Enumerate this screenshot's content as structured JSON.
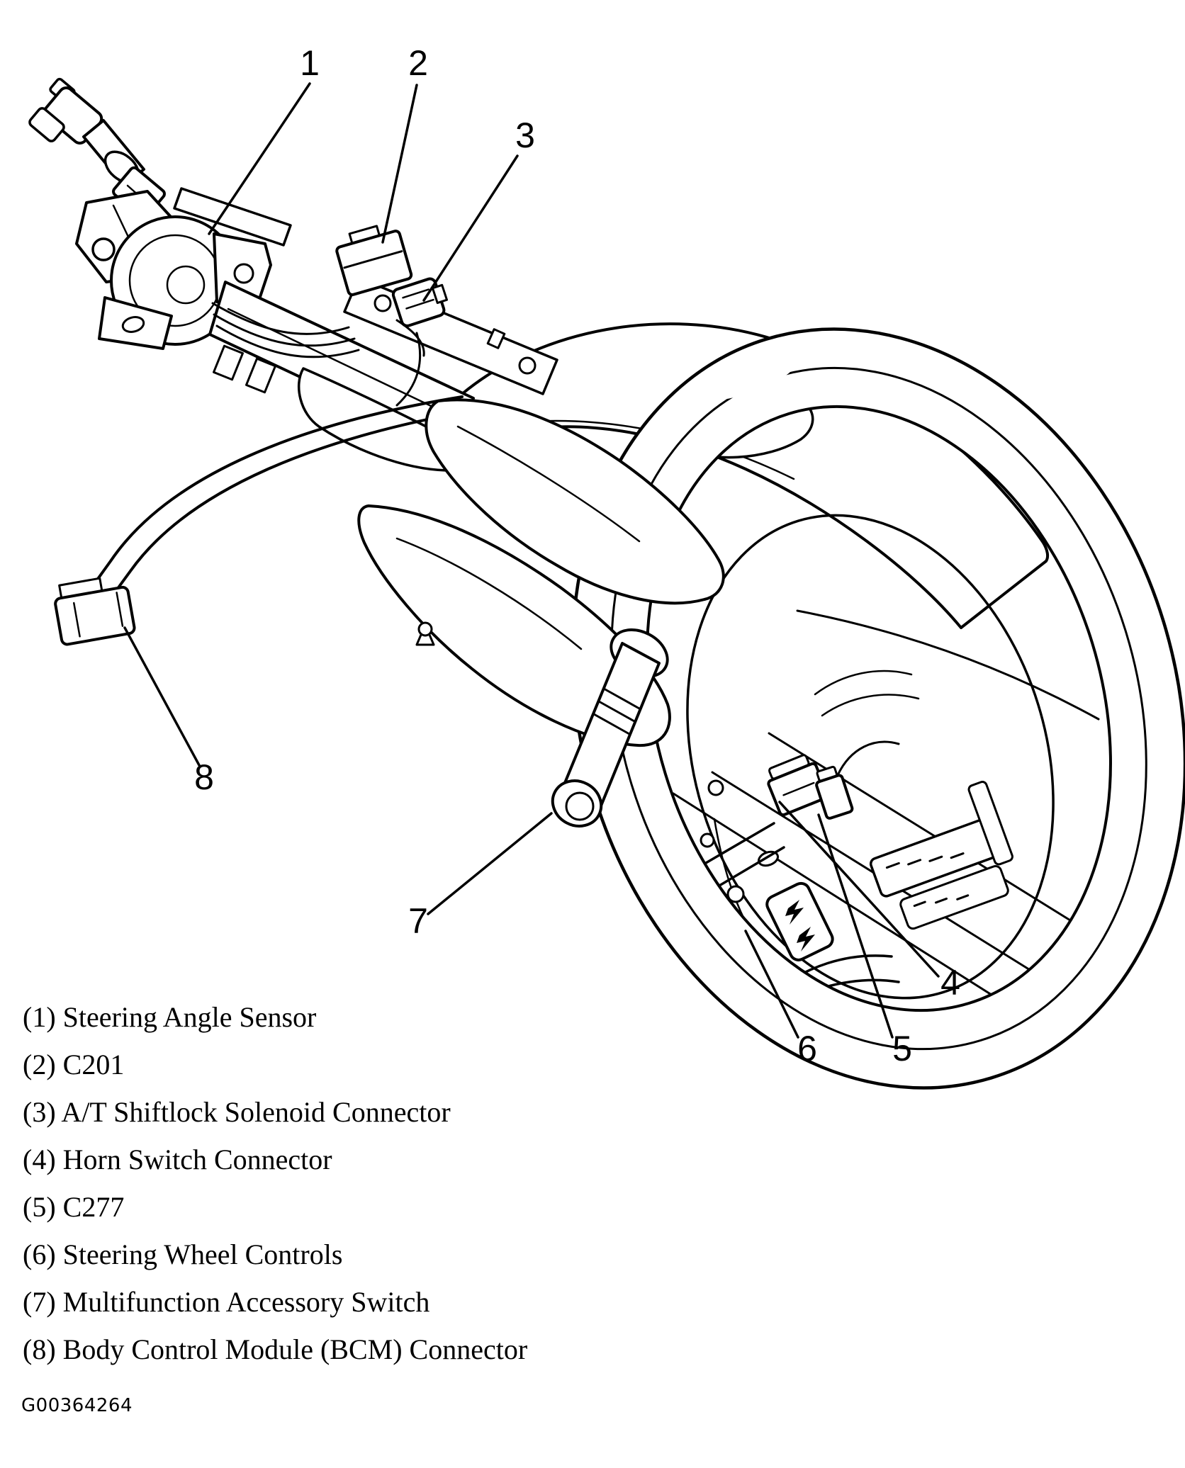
{
  "figure": {
    "code": "G00364264"
  },
  "colors": {
    "ink": "#000000",
    "paper": "#ffffff"
  },
  "callouts": [
    {
      "number": "1"
    },
    {
      "number": "2"
    },
    {
      "number": "3"
    },
    {
      "number": "4"
    },
    {
      "number": "5"
    },
    {
      "number": "6"
    },
    {
      "number": "7"
    },
    {
      "number": "8"
    }
  ],
  "legend": {
    "items": [
      {
        "number": "1",
        "name": "Steering Angle Sensor",
        "label": "(1) Steering Angle Sensor"
      },
      {
        "number": "2",
        "name": "C201",
        "label": "(2) C201"
      },
      {
        "number": "3",
        "name": "A/T Shiftlock Solenoid Connector",
        "label": "(3) A/T Shiftlock Solenoid Connector"
      },
      {
        "number": "4",
        "name": "Horn Switch Connector",
        "label": "(4) Horn Switch Connector"
      },
      {
        "number": "5",
        "name": "C277",
        "label": "(5) C277"
      },
      {
        "number": "6",
        "name": "Steering Wheel Controls",
        "label": "(6) Steering Wheel Controls"
      },
      {
        "number": "7",
        "name": "Multifunction Accessory Switch",
        "label": "(7) Multifunction Accessory Switch"
      },
      {
        "number": "8",
        "name": "Body Control Module (BCM) Connector",
        "label": "(8) Body Control Module (BCM) Connector"
      }
    ]
  }
}
